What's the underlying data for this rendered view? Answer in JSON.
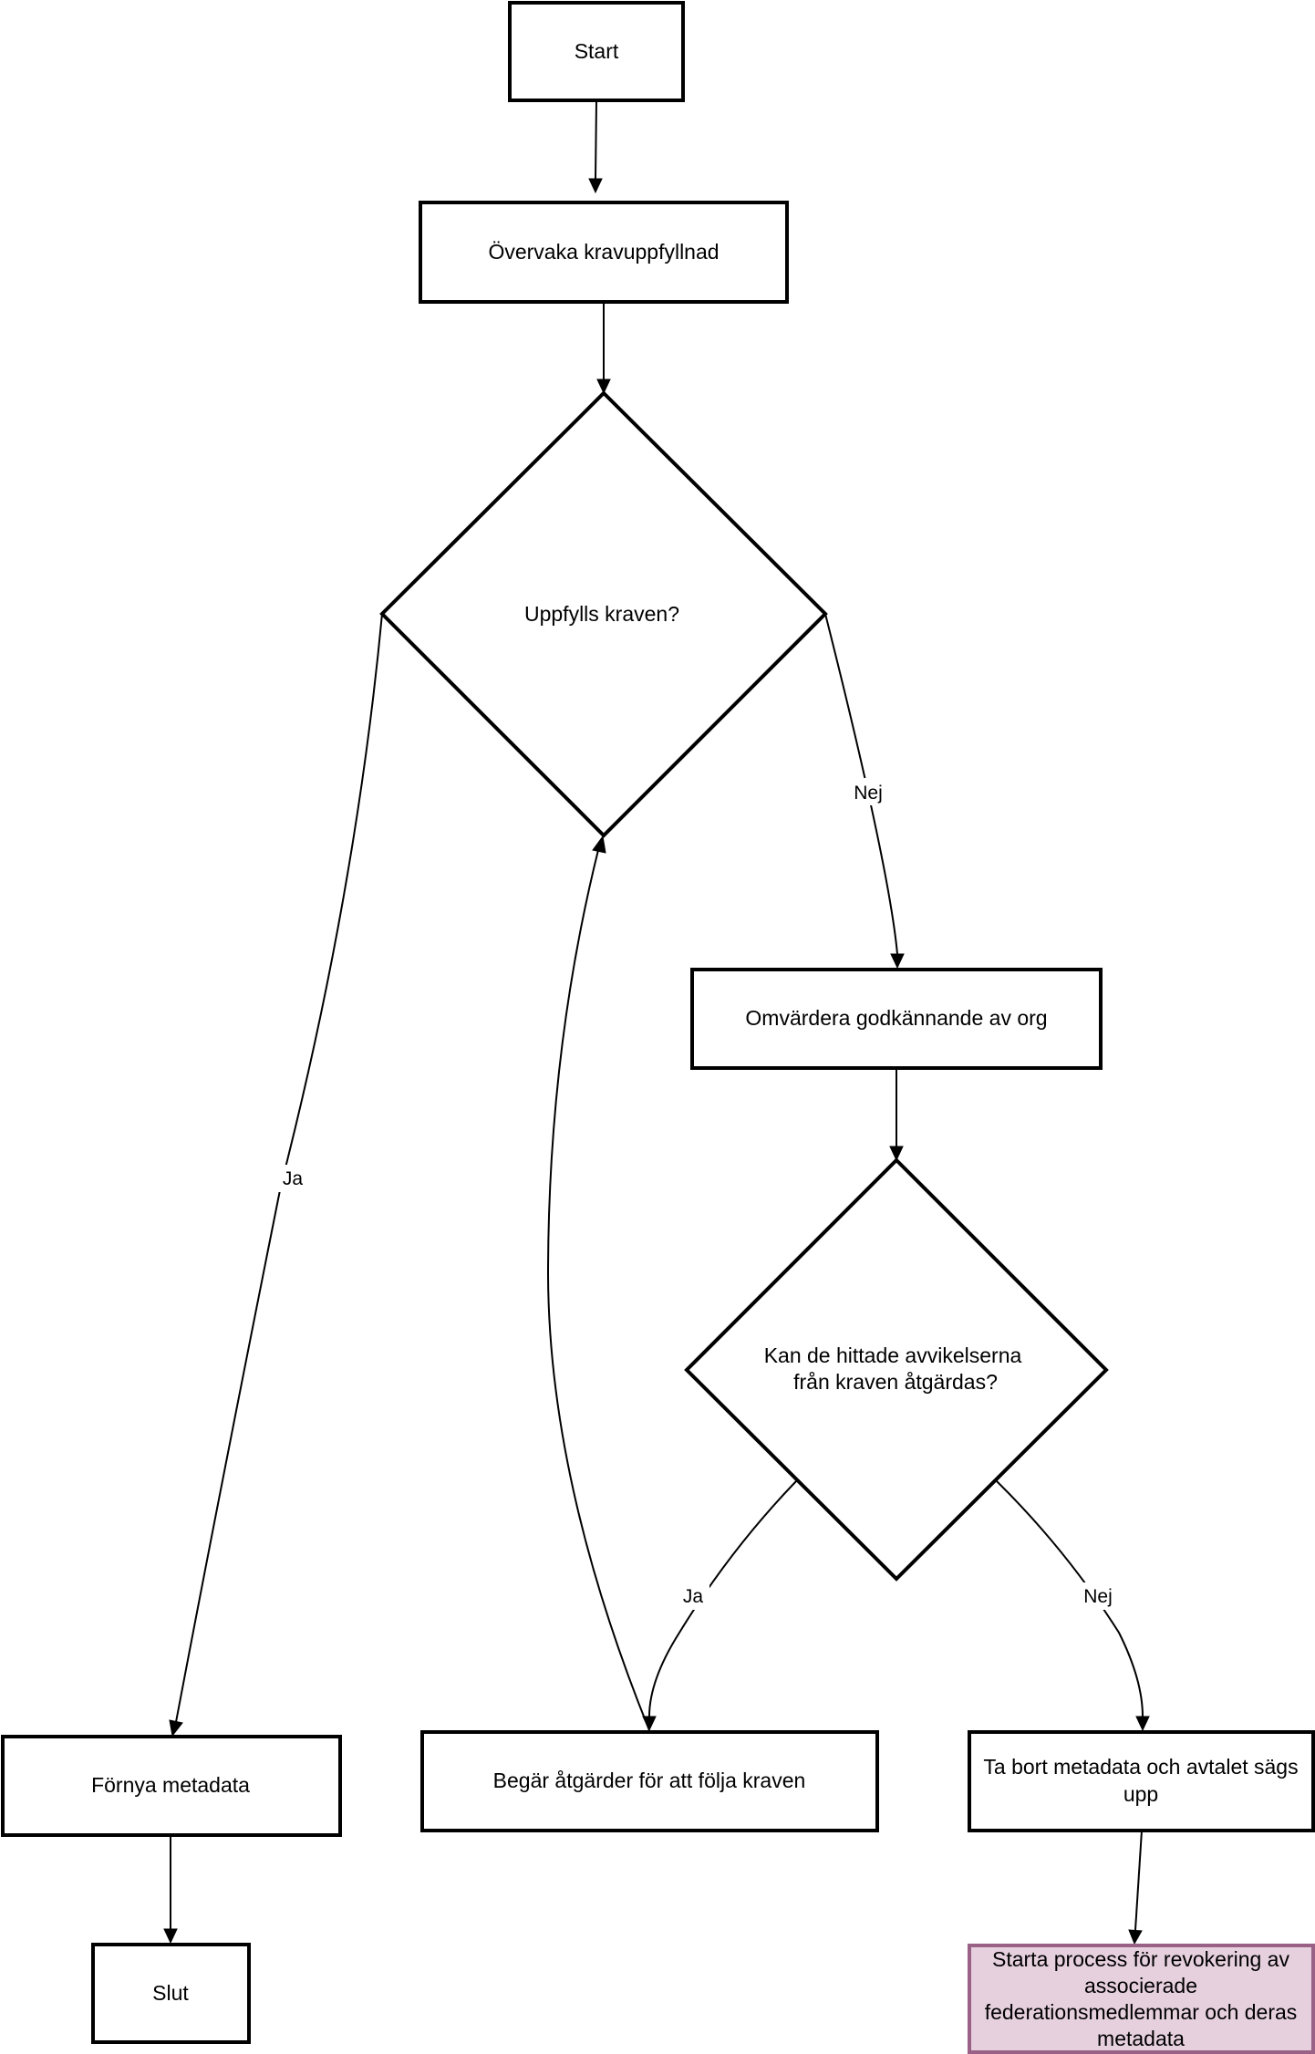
{
  "nodes": {
    "start": "Start",
    "monitor": "Övervaka kravuppfyllnad",
    "decision_requirements": "Uppfylls kraven?",
    "reassess": "Omvärdera godkännande av org",
    "decision_fixable": [
      "Kan de hittade avvikelserna",
      "från kraven åtgärdas?"
    ],
    "renew": "Förnya metadata",
    "request_actions": "Begär åtgärder för att följa kraven",
    "remove": [
      "Ta bort metadata och avtalet sägs",
      "upp"
    ],
    "end": "Slut",
    "revoke": [
      "Starta process för revokering av",
      "associerade",
      "federationsmedlemmar och deras",
      "metadata"
    ]
  },
  "edge_labels": {
    "requirements_no": "Nej",
    "requirements_yes": "Ja",
    "fixable_yes": "Ja",
    "fixable_no": "Nej"
  },
  "colors": {
    "stroke": "#000000",
    "fill": "#ffffff",
    "highlight_fill": "#e6d0de",
    "highlight_stroke": "#996185"
  }
}
